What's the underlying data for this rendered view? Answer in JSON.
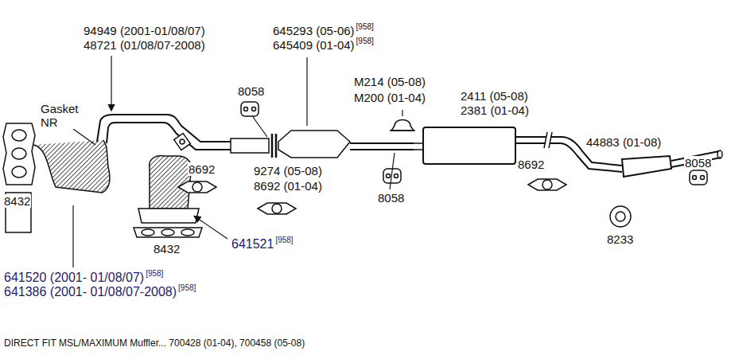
{
  "diagram": {
    "caption": "DIRECT FIT MSL/MAXIMUM Muffler... 700428 (01-04), 700458 (05-08)",
    "labels": [
      "94949 (2001-01/08/07)",
      "48721 (01/08/07-2008)",
      "645293 (05-06)",
      "[958]",
      "645409 (01-04)",
      "[958]",
      "8058",
      "Gasket NR",
      "M214 (05-08)",
      "M200 (01-04)",
      "2411 (05-08)",
      "2381 (01-04)",
      "44883 (01-08)",
      "8432",
      "8692",
      "9274 (05-08)",
      "8692 (01-04)",
      "8058",
      "8692",
      "8233",
      "8058",
      "8432",
      "641521",
      "[958]",
      "641520 (2001- 01/08/07)",
      "[958]",
      "641386 (2001- 01/08/07-2008)",
      "[958]"
    ]
  }
}
